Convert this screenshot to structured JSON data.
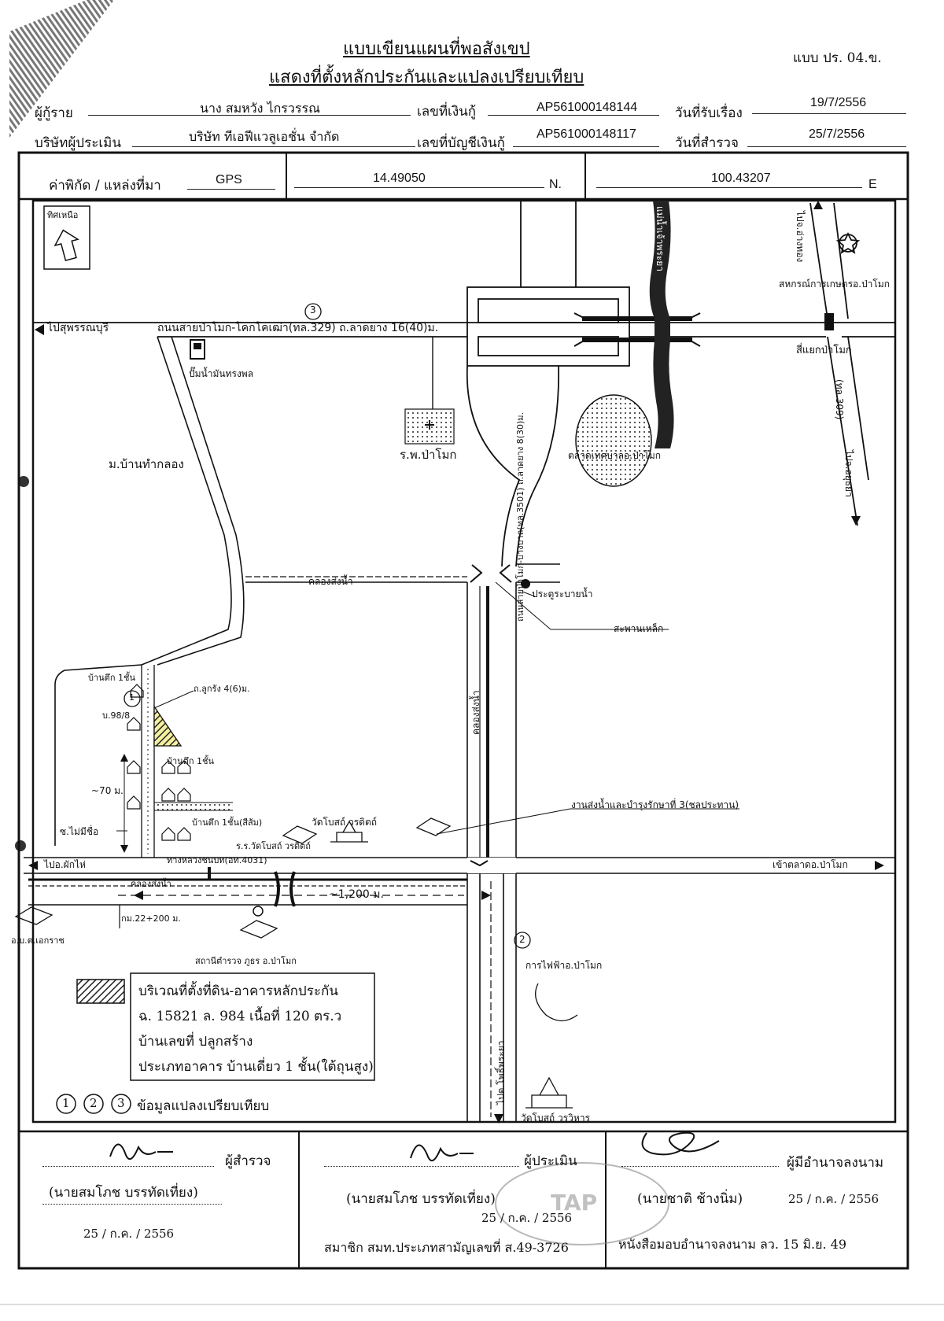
{
  "title": {
    "line1": "แบบเขียนแผนที่พอสังเขป",
    "line2": "แสดงที่ตั้งหลักประกันและแปลงเปรียบเทียบ",
    "form_code": "แบบ ปร. 04.ข."
  },
  "header": {
    "borrower_label": "ผู้กู้ราย",
    "borrower_value": "นาง สมหวัง ไกรวรรณ",
    "loan_no_label": "เลขที่เงินกู้",
    "loan_no_value": "AP561000148144",
    "received_date_label": "วันที่รับเรื่อง",
    "received_date_value": "19/7/2556",
    "appraiser_company_label": "บริษัทผู้ประเมิน",
    "appraiser_company_value": "บริษัท ทีเอฟีแวลูเอชั่น  จำกัด",
    "loan_account_label": "เลขที่บัญชีเงินกู้",
    "loan_account_value": "AP561000148117",
    "survey_date_label": "วันที่สำรวจ",
    "survey_date_value": "25/7/2556"
  },
  "coords": {
    "label": "ค่าพิกัด / แหล่งที่มา",
    "source": "GPS",
    "lat": "14.49050",
    "lat_suffix": "N.",
    "lon": "100.43207",
    "lon_suffix": "E"
  },
  "map": {
    "north_label": "ทิศเหนือ",
    "to_suphan": "ไปสุพรรณบุรี",
    "main_road": "ถนนสายป่าโมก-โคกโคเฒ่า(ทล.329) ถ.ลาดยาง 16(40)ม.",
    "marker_3": "3",
    "gas_station": "ปั๊มน้ำมันทรงพล",
    "to_angthong": "ไปจ.อ่างทอง",
    "coop": "สหกรณ์การเกษตรอ.ป่าโมก",
    "intersection": "สี่แยกป่าโมก",
    "highway_309": "(ทล.309)",
    "to_ayutthaya": "ไปจ.อยุธยา",
    "river": "แม่น้ำเจ้าพระยา",
    "hospital": "ร.พ.ป่าโมก",
    "market": "ตลาดเทศบาลอ.ป่าโมก",
    "village": "ม.บ้านทำกลอง",
    "canal_top": "คลองส่งน้ำ",
    "sluice": "ประตูระบายน้ำ",
    "steel_bridge": "สะพานเหล็ก",
    "house_1": "บ้านตึก 1ชั้น",
    "marker_1": "1",
    "house_no": "บ.98/8",
    "gravel_road": "ถ.ลูกรัง 4(6)ม.",
    "house_1b": "บ้านตึก 1ชั้น",
    "dist_70": "~70 ม.",
    "house_1c": "บ้านตึก 1ชั้น(สีส้ม)",
    "soi": "ซ.ไม่มีชื่อ",
    "temple_vo": "วัดโบสถ์ วรดิตถ์",
    "school": "ร.ร.วัดโบสถ์ วรดิตถ์",
    "irrigation": "งานส่งน้ำและบำรุงรักษาที่ 3(ชลประทาน)",
    "canal_road": "ถนนสายป่าโมก-บางบาล(ทล.3501) ถ.ลาดยาง 8(30)ม.",
    "canal_vertical": "คลองส่งน้ำ",
    "to_phakhai": "ไปอ.ผักไห่",
    "rural_road": "ทางหลวงชนบท(อท.4031)",
    "to_market": "เข้าตลาดอ.ป่าโมก",
    "canal_bottom": "คลองส่งน้ำ",
    "dist_1200": "~1,200 ม.",
    "km": "กม.22+200 ม.",
    "ekkarat": "อ.บ.ต.เอกราช",
    "police": "สถานีตำรวจ ภูธร อ.ป่าโมก",
    "marker_2": "2",
    "pea": "การไฟฟ้าอ.ป่าโมก",
    "to_phophaya": "ไปต.โพธิ์พระยา",
    "temple_wora": "วัดโบสถ์ วรวิหาร"
  },
  "legend": {
    "line1": "บริเวณที่ตั้งที่ดิน-อาคารหลักประกัน",
    "line2": "ฉ. 15821 ล. 984 เนื้อที่ 120 ตร.ว",
    "line3": "บ้านเลขที่ ปลูกสร้าง",
    "line4": "ประเภทอาคาร บ้านเดี่ยว 1 ชั้น(ใต้ถุนสูง)",
    "compare_label": "ข้อมูลแปลงเปรียบเทียบ",
    "n1": "1",
    "n2": "2",
    "n3": "3"
  },
  "signatures": {
    "surveyor_role": "ผู้สำรวจ",
    "surveyor_name": "(นายสมโภช บรรทัดเที่ยง)",
    "surveyor_date": "25 / ก.ค. / 2556",
    "appraiser_role": "ผู้ประเมิน",
    "appraiser_name": "(นายสมโภช  บรรทัดเที่ยง)",
    "appraiser_date": "25 / ก.ค. / 2556",
    "member_no": "สมาชิก สมท.ประเภทสามัญเลขที่ ส.49-3726",
    "authorized_role": "ผู้มีอำนาจลงนาม",
    "authorized_name": "(นายชาติ  ช้างนิ่ม)",
    "authorized_date": "25 / ก.ค. / 2556",
    "authority_doc": "หนังสือมอบอำนาจลงนาม ลว. 15 มิ.ย. 49"
  }
}
